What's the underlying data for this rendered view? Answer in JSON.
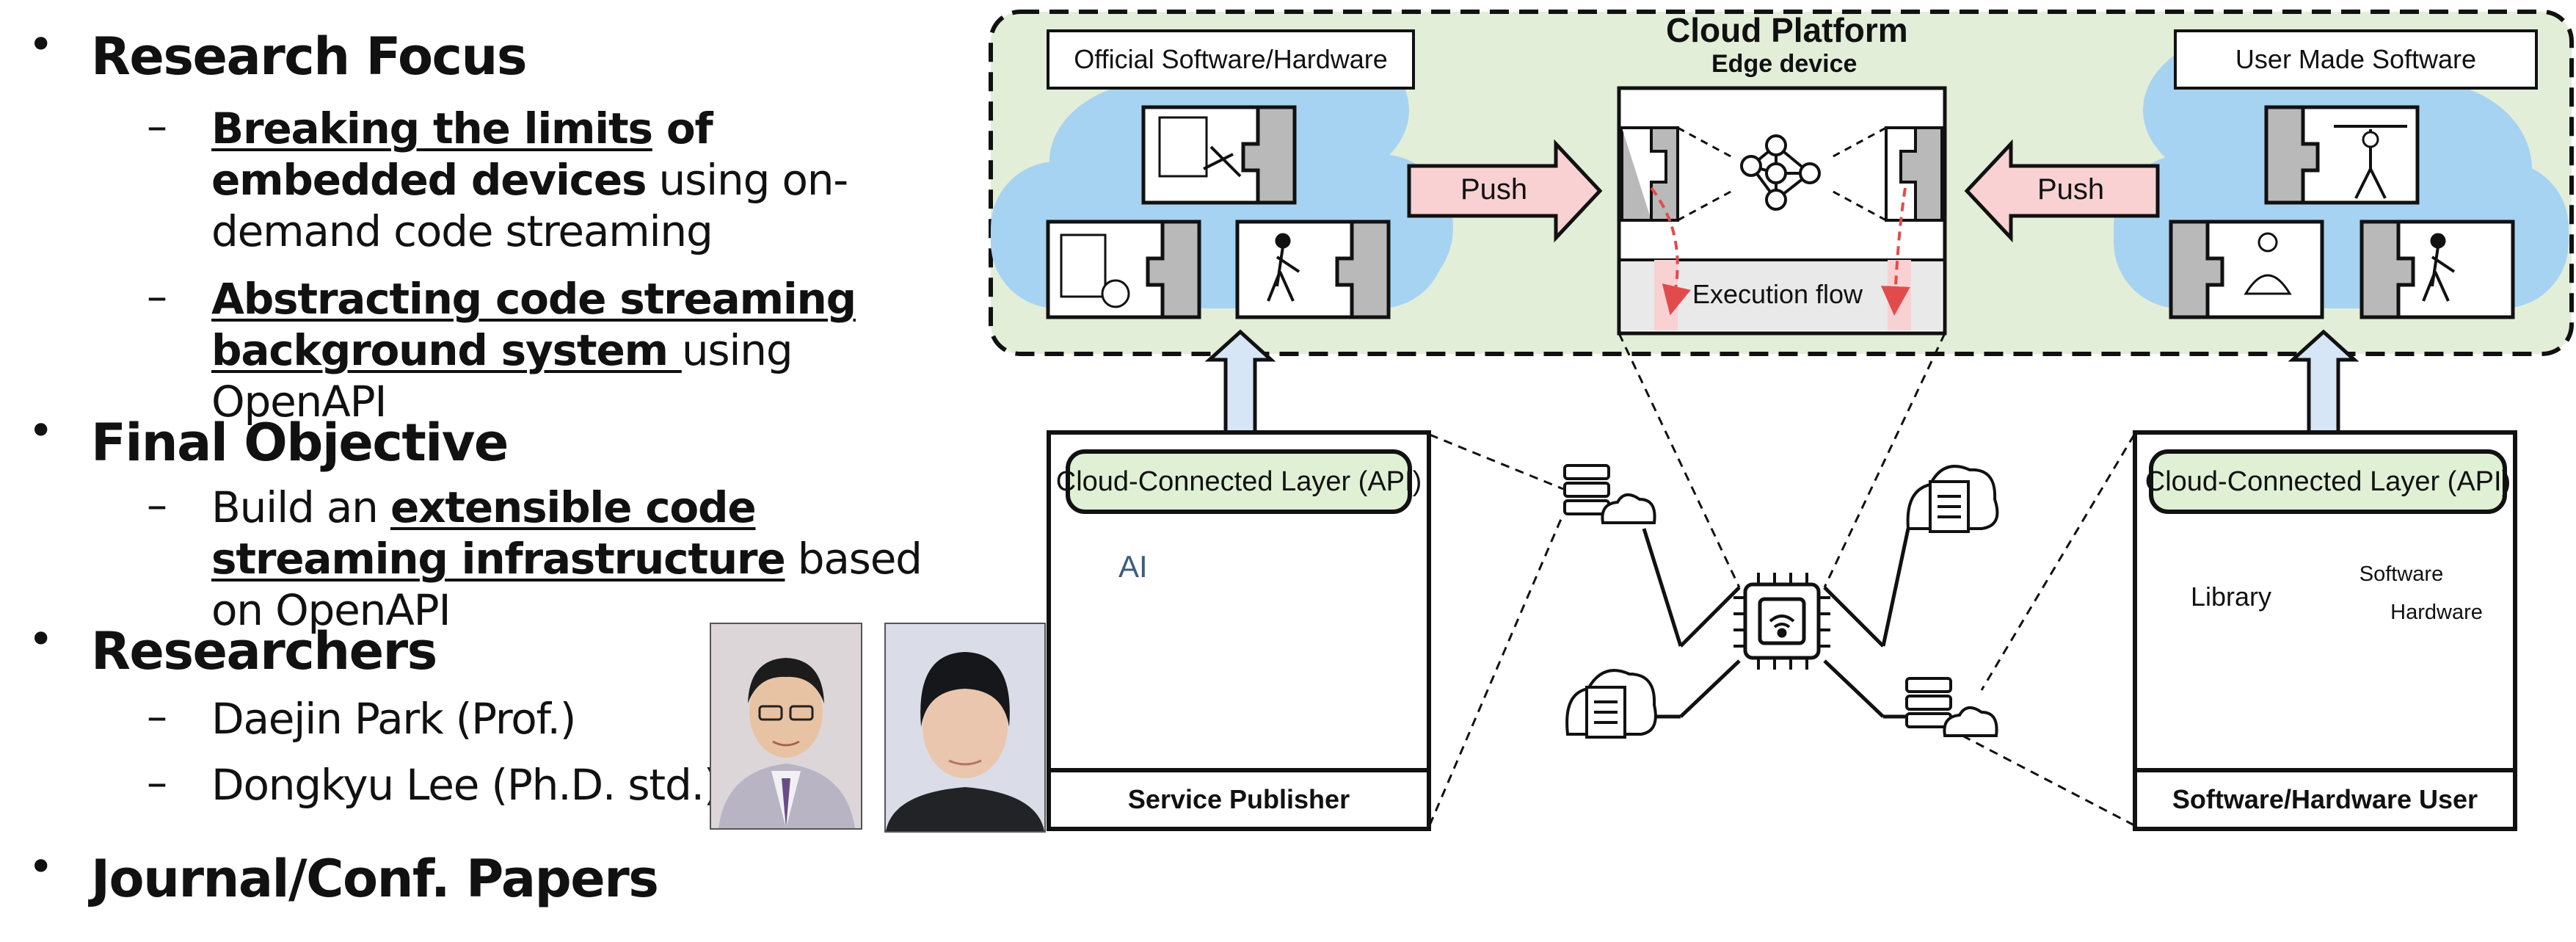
{
  "research_focus": {
    "heading": "Research Focus",
    "items": [
      {
        "bold1": "Breaking the limits",
        "bold2": " of embedded devices",
        "rest": " using on-demand code streaming"
      },
      {
        "bold1": "Abstracting",
        "bold2": " code streaming background system ",
        "rest": "using OpenAPI"
      }
    ]
  },
  "final_objective": {
    "heading": "Final Objective",
    "prefix": "Build an ",
    "bold": "extensible code streaming infrastructure",
    "suffix": " based on OpenAPI"
  },
  "researchers": {
    "heading": "Researchers",
    "people": [
      "Daejin Park (Prof.)",
      "Dongkyu Lee (Ph.D. std.)"
    ]
  },
  "papers": {
    "heading": "Journal/Conf. Papers"
  },
  "diagram": {
    "cloud_platform": "Cloud Platform",
    "edge_device": "Edge device",
    "execution_flow": "Execution flow",
    "official_box": "Official Software/Hardware",
    "user_box": "User Made Software",
    "push_left": "Push",
    "push_right": "Push",
    "publisher": {
      "api_label": "Cloud-Connected Layer (API)",
      "footer": "Service Publisher",
      "ai_text": "AI"
    },
    "user": {
      "api_label": "Cloud-Connected Layer (API)",
      "footer": "Software/Hardware User",
      "library": "Library",
      "software": "Software",
      "hardware": "Hardware"
    }
  },
  "colors": {
    "platform_bg": "#e3eed8",
    "cloud_blue": "#a7d3f2",
    "push_pink": "#f9d1d3",
    "api_green": "#e0f0d4",
    "execution_red": "#e24b4b",
    "hardware_highlight": "#f5c6c8"
  }
}
